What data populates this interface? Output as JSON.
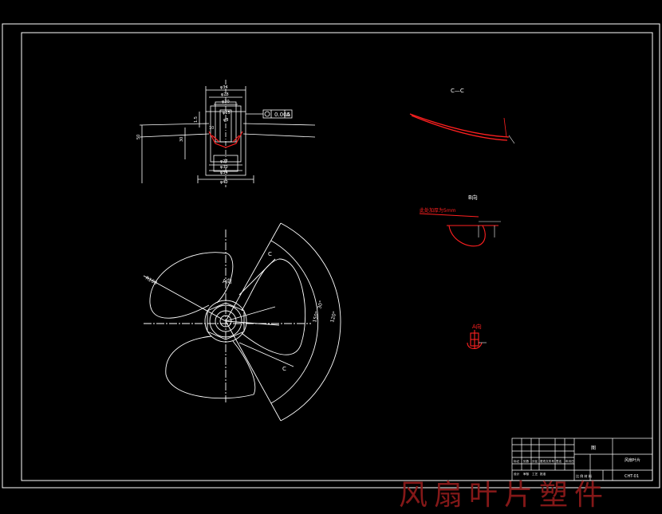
{
  "drawing": {
    "section_cc_label": "C—C",
    "view_b_label": "B向",
    "view_a_label": "A向",
    "a_label_main": "A向",
    "c_label_top": "C",
    "c_label_bottom": "C",
    "tolerance_value": "0.005",
    "tolerance_datum": "A",
    "dims_top_view": [
      "φ34",
      "φ28",
      "φ20",
      "φ15",
      "φ8",
      "1.5",
      "10",
      "φ27",
      "φ30",
      "φ34",
      "φ40",
      "30",
      "50"
    ],
    "radius_label": "R100",
    "angle_labels": [
      "120°",
      "30°",
      "150°"
    ],
    "view_b_note": "此处加厚为5mm"
  },
  "title_block": {
    "title_center": "图",
    "part_name": "风扇叶片",
    "drawing_no": "CHT-01",
    "scale_row": "比 例  材 料",
    "small_cells": [
      "标记",
      "处数",
      "分区",
      "更改文件号",
      "签名",
      "年月日",
      "设计",
      "审核",
      "工艺",
      "批准"
    ]
  },
  "watermark": {
    "text": "风扇叶片塑件"
  },
  "colors": {
    "background": "#000000",
    "line": "#ffffff",
    "red": "#ff2020",
    "watermark": "#8b1a1a"
  }
}
